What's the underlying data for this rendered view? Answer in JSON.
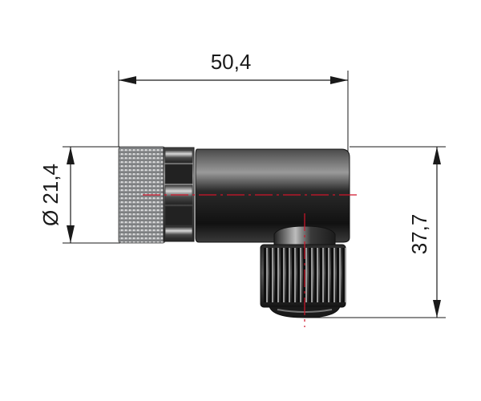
{
  "dimensions": {
    "width_label": "50,4",
    "diameter_label": "Ø 21,4",
    "height_label": "37,7"
  },
  "colors": {
    "line": "#1a1a1a",
    "axis": "#d0142a",
    "body_dark": "#1c1c1c",
    "knurl_grey": "#8a8c8e"
  }
}
